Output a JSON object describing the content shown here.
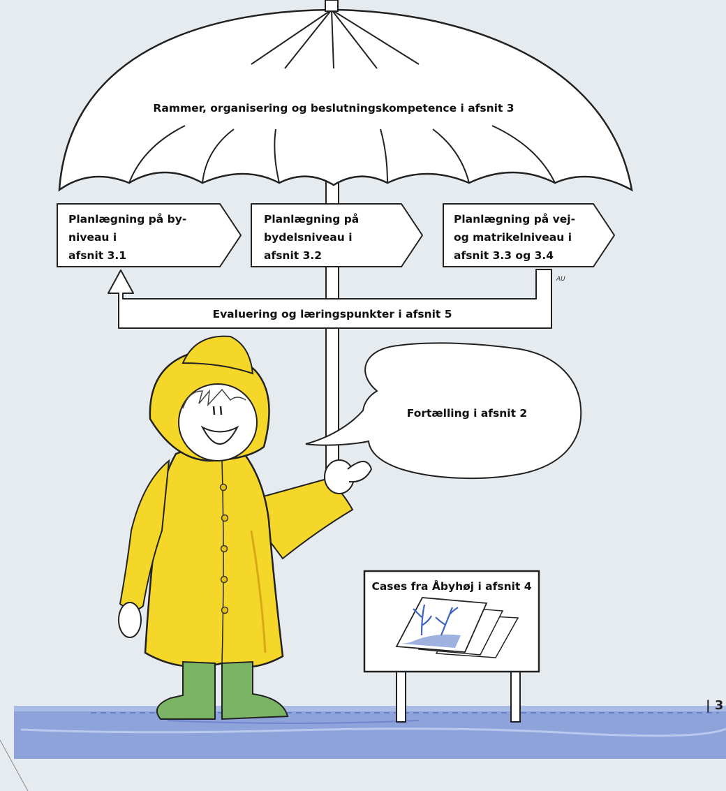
{
  "umbrella": {
    "label": "Rammer, organisering og beslutningskompetence i afsnit 3"
  },
  "signs": [
    {
      "lines": [
        "Planlægning på by-",
        "niveau i",
        "afsnit 3.1"
      ]
    },
    {
      "lines": [
        "Planlægning på",
        "bydelsniveau i",
        "afsnit 3.2"
      ]
    },
    {
      "lines": [
        "Planlægning på vej-",
        "og matrikelniveau i",
        "afsnit 3.3 og 3.4"
      ]
    }
  ],
  "signature": "AU",
  "feedback": {
    "label": "Evaluering og læringspunkter i afsnit 5"
  },
  "speech": {
    "label": "Fortælling i afsnit 2"
  },
  "billboard": {
    "label": "Cases fra Åbyhøj i afsnit 4"
  },
  "page_marker": "| 3",
  "colors": {
    "background": "#e6ebf0",
    "raincoat": "#f5d72a",
    "raincoat_shadow": "#d9a915",
    "boots": "#7cb465",
    "water": "#8ea3d9",
    "map_river": "#3d64c4",
    "outline": "#222222"
  }
}
